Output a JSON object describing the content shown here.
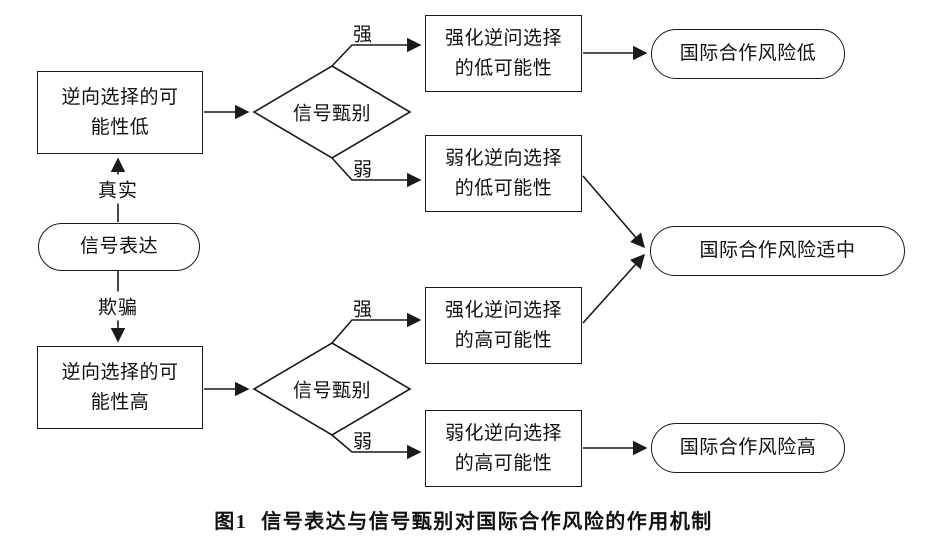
{
  "diagram": {
    "nodes": {
      "signal_expression": {
        "label": "信号表达"
      },
      "adverse_selection_low": {
        "label": "逆向选择的可能性低"
      },
      "adverse_selection_high": {
        "label": "逆向选择的可能性高"
      },
      "screening_top": {
        "label": "信号甄别"
      },
      "screening_bottom": {
        "label": "信号甄别"
      },
      "strengthen_low_possibility": {
        "label": "强化逆问选择的低可能性"
      },
      "weaken_low_possibility": {
        "label": "弱化逆向选择的低可能性"
      },
      "strengthen_high_possibility": {
        "label": "强化逆问选择的高可能性"
      },
      "weaken_high_possibility": {
        "label": "弱化逆向选择的高可能性"
      },
      "risk_low": {
        "label": "国际合作风险低"
      },
      "risk_medium": {
        "label": "国际合作风险适中"
      },
      "risk_high": {
        "label": "国际合作风险高"
      }
    },
    "edge_labels": {
      "truthful": "真实",
      "deceptive": "欺骗",
      "strong_top": "强",
      "weak_top": "弱",
      "strong_bottom": "强",
      "weak_bottom": "弱"
    },
    "caption": {
      "figure_label": "图1",
      "title": "信号表达与信号甄别对国际合作风险的作用机制"
    },
    "colors": {
      "line": "#1a1a1a",
      "background": "#ffffff",
      "text": "#111111"
    }
  }
}
